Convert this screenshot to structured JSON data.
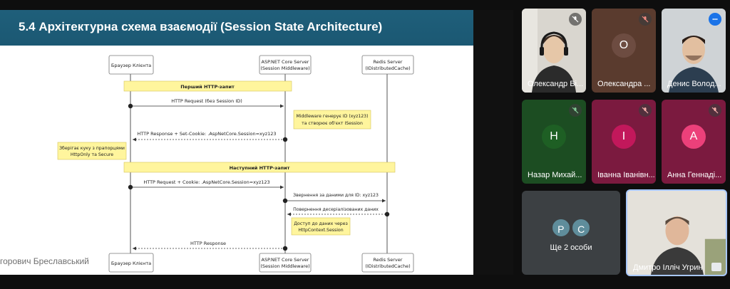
{
  "slide": {
    "title": "5.4  Архітектурна схема взаємодії (Session State Architecture)",
    "speaker": "горович Бреславський"
  },
  "diagram": {
    "actors_top": [
      "Браузер Клієнта",
      "ASP.NET Core Server",
      "Redis Server"
    ],
    "actors_top_sub": [
      "",
      "(Session Middleware)",
      "(IDistributedCache)"
    ],
    "actors_bottom": [
      "Браузер Клієнта",
      "ASP.NET Core Server",
      "Redis Server"
    ],
    "actors_bottom_sub": [
      "",
      "(Session Middleware)",
      "(IDistributedCache)"
    ],
    "section1": "Перший HTTP-запит",
    "section2": "Наступний HTTP-запит",
    "msg1": "HTTP Request (без Session ID)",
    "note1_line1": "Middleware генерує ID (xyz123)",
    "note1_line2": "та створює об'єкт ISession",
    "msg2": "HTTP Response + Set-Cookie: .AspNetCore.Session=xyz123",
    "note2_line1": "Зберігає куку з прапорцями",
    "note2_line2": "HttpOnly та Secure",
    "msg3": "HTTP Request + Cookie: .AspNetCore.Session=xyz123",
    "msg4": "Звернення за даними для ID: xyz123",
    "msg5": "Повернення десеріалізованих даних",
    "note3_line1": "Доступ до даних через",
    "note3_line2": "HttpContext.Session",
    "msg6": "HTTP Response"
  },
  "participants": [
    {
      "name": "Олександр Ві...",
      "muted": true,
      "video": true
    },
    {
      "name": "Олександра ...",
      "initial": "О",
      "avatar_color": "#6d4c41",
      "muted": true
    },
    {
      "name": "Денис Волод...",
      "muted": false,
      "video": true
    },
    {
      "name": "Назар Михай...",
      "initial": "Н",
      "avatar_color": "#1e5f24",
      "muted": true
    },
    {
      "name": "Іванна Іванівн...",
      "initial": "І",
      "avatar_color": "#c2185b",
      "muted": true
    },
    {
      "name": "Анна Геннаді...",
      "initial": "А",
      "avatar_color": "#ec407a",
      "muted": true
    },
    {
      "name": "Дмитро Ілліч Угрин",
      "video": true
    }
  ],
  "overflow": {
    "initials": [
      "Р",
      "С"
    ],
    "colors": [
      "#5f8d9b",
      "#5f8d9b"
    ],
    "label": "Ще 2 особи"
  },
  "colors": {
    "header": "#1b5873",
    "note": "#fff59d",
    "tile_dark": "#3c4043",
    "tile_green": "#1c4d22",
    "tile_brown": "#5a3b2e",
    "tile_pink": "#7b1a3f"
  }
}
